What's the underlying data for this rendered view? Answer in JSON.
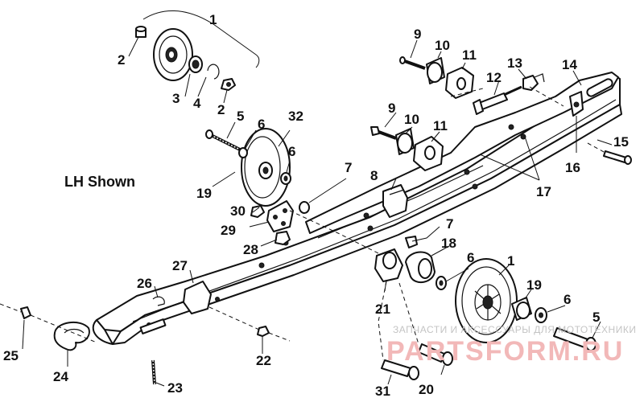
{
  "caption": "LH Shown",
  "watermark": {
    "tagline": "ЗАПЧАСТИ И АКСЕССУАРЫ ДЛЯ МОТОТЕХНИКИ",
    "brand": "PARTSFORM.RU"
  },
  "callouts": {
    "c1a": "1",
    "c1b": "1",
    "c2a": "2",
    "c2b": "2",
    "c3": "3",
    "c4": "4",
    "c5a": "5",
    "c5b": "5",
    "c6a": "6",
    "c6b": "6",
    "c6c": "6",
    "c6d": "6",
    "c7a": "7",
    "c7b": "7",
    "c8": "8",
    "c9a": "9",
    "c9b": "9",
    "c10a": "10",
    "c10b": "10",
    "c11a": "11",
    "c11b": "11",
    "c12": "12",
    "c13": "13",
    "c14": "14",
    "c15": "15",
    "c16": "16",
    "c17": "17",
    "c18": "18",
    "c19a": "19",
    "c19b": "19",
    "c20": "20",
    "c21": "21",
    "c22": "22",
    "c23": "23",
    "c24": "24",
    "c25": "25",
    "c26": "26",
    "c27": "27",
    "c28": "28",
    "c29": "29",
    "c30": "30",
    "c31": "31",
    "c32": "32"
  }
}
